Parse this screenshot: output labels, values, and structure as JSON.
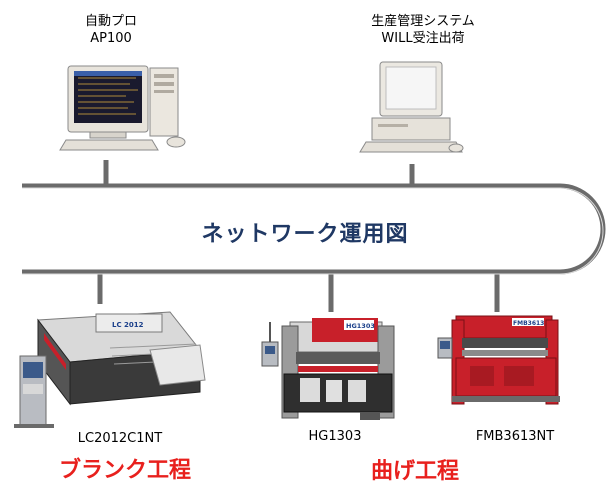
{
  "diagram": {
    "bus_title": "ネットワーク運用図",
    "top_nodes": [
      {
        "line1": "自動プロ",
        "line2": "AP100"
      },
      {
        "line1": "生産管理システム",
        "line2": "WILL受注出荷"
      }
    ],
    "machines": [
      {
        "label": "LC2012C1NT",
        "screen_text": "LC 2012"
      },
      {
        "label": "HG1303",
        "screen_text": "HG1303"
      },
      {
        "label": "FMB3613NT",
        "screen_text": "FMB3613"
      }
    ],
    "processes": [
      {
        "label": "ブランク工程"
      },
      {
        "label": "曲げ工程"
      }
    ],
    "colors": {
      "bus_title": "#1f3864",
      "process": "#e8201d",
      "machine_red": "#c8202a",
      "bus_line": "#6b6b6b"
    }
  }
}
